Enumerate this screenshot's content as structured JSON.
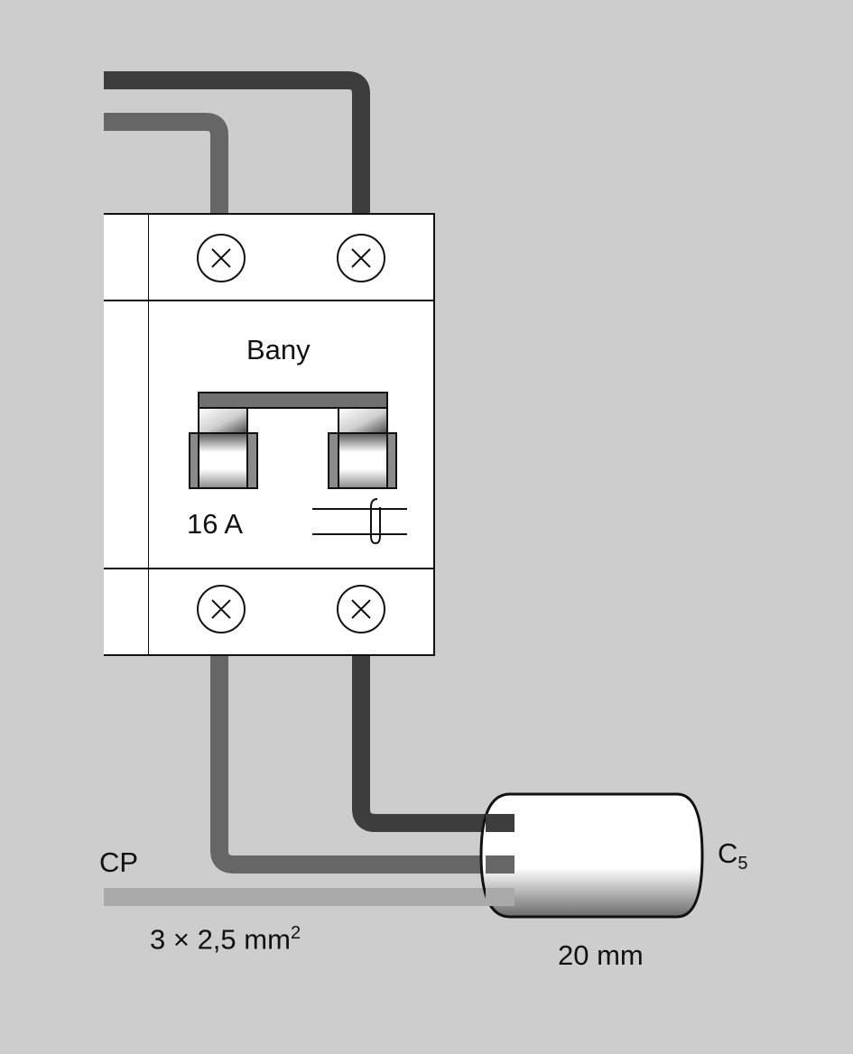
{
  "breaker": {
    "name": "Bany",
    "rating": "16 A"
  },
  "cable": {
    "label": "CP",
    "section_base": "3 × 2,5 mm",
    "section_exp": "2"
  },
  "conduit": {
    "label_base": "C",
    "label_sub": "5",
    "diameter": "20 mm"
  },
  "colors": {
    "background": "#cdcdcd",
    "wire_phase": "#3d3d3d",
    "wire_neutral": "#666666",
    "wire_earth": "#aaaaaa",
    "breaker_body": "#ffffff",
    "handle_bar": "#707070"
  },
  "icons": [
    "terminal-screw-icon",
    "thermal-magnetic-trip-icon"
  ]
}
